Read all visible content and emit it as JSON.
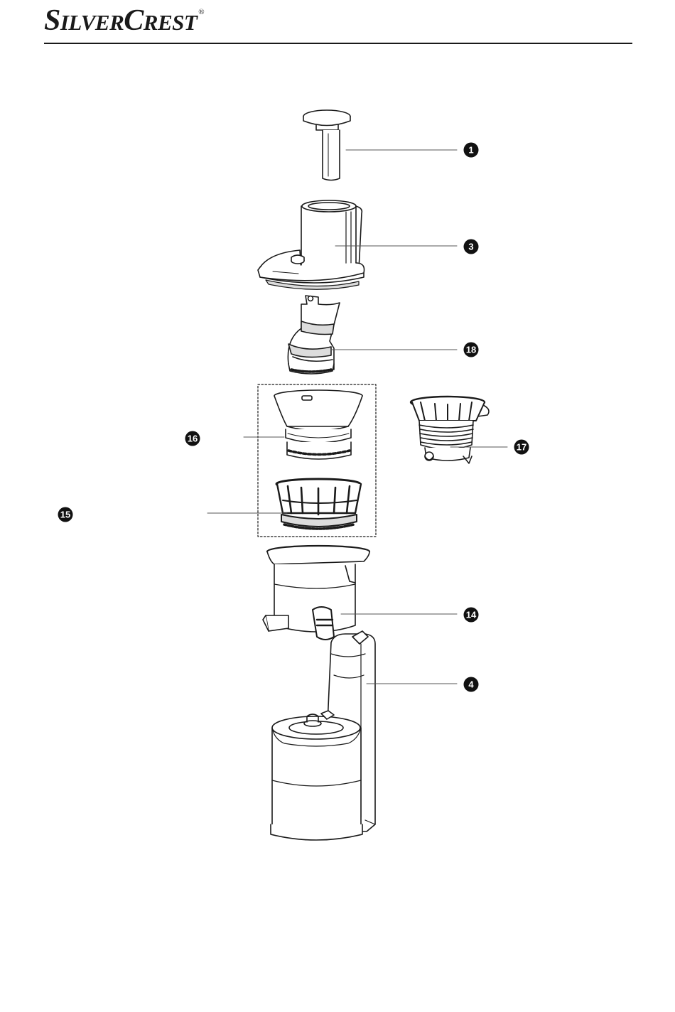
{
  "header": {
    "brand_parts": [
      "S",
      "ILVER",
      "C",
      "REST"
    ],
    "registered_mark": "®"
  },
  "diagram": {
    "callouts": [
      {
        "id": "pusher",
        "number": "1"
      },
      {
        "id": "lid-feed-chute",
        "number": "3"
      },
      {
        "id": "juicing-screw",
        "number": "18"
      },
      {
        "id": "fine-sieve",
        "number": "16"
      },
      {
        "id": "sieve-holder-brush",
        "number": "17"
      },
      {
        "id": "brush-holder",
        "number": "15"
      },
      {
        "id": "juice-container",
        "number": "14"
      },
      {
        "id": "motor-base",
        "number": "4"
      }
    ],
    "colors": {
      "line": "#1a1a1a",
      "leader": "#555555",
      "badge": "#111111",
      "shade": "#dcdcdc"
    }
  }
}
